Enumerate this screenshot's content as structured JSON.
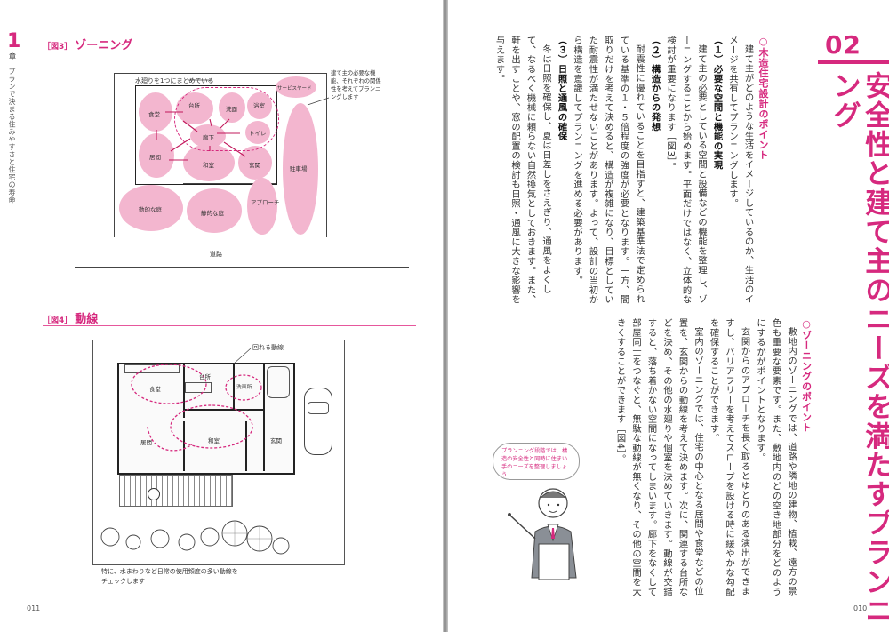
{
  "left": {
    "chapter_number": "1",
    "chapter_label": "章",
    "chapter_subtitle": "プランで決まる住みやすさと住宅の寿命",
    "page_number": "011",
    "fig3": {
      "bracket": "［図3］",
      "title": "ゾーニング",
      "callout_wet": "水廻りを1つにまとめている",
      "callout_needs": "建て主の必要な機能、それぞれの関係性を考えてプランニングします",
      "road": "道路",
      "zones": {
        "dining": "食堂",
        "kitchen": "台所",
        "washroom": "洗面",
        "bath": "浴室",
        "toilet": "トイレ",
        "hall": "廊下",
        "living": "居間",
        "japanese": "和室",
        "entrance": "玄関",
        "service_yard": "サービスヤード",
        "parking": "駐車場",
        "active_garden": "動的な庭",
        "quiet_garden": "静的な庭",
        "approach": "アプローチ"
      }
    },
    "fig4": {
      "bracket": "［図4］",
      "title": "動線",
      "callout_loop": "回れる動線",
      "caption": "特に、水まわりなど日常の使用頻度の多い動線をチェックします",
      "rooms": {
        "dining": "食堂",
        "kitchen": "台所",
        "washroom": "洗面所",
        "living": "居間",
        "japanese": "和室",
        "entrance": "玄関"
      }
    }
  },
  "right": {
    "section_number": "02",
    "title": "安全性と建て主のニーズを満たすプランニング",
    "heading_wood": "木造住宅設計のポイント",
    "heading_zoning": "ゾーニングのポイント",
    "page_number": "010",
    "p1": "建て主がどのような生活をイメージしているのか、生活のイメージを共有してプランニングします。",
    "sub1": "（１）必要な空間と機能の実現",
    "p2": "建て主の必要としている空間と設備などの機能を整理し、ゾーニングすることから始めます。平面だけではなく、立体的な検討が重要になります［図3］。",
    "sub2": "（２）構造からの発想",
    "p3": "耐震性に優れていることを目指すと、建築基準法で定められている基準の１・５倍程度の強度が必要となります。一方、間取りだけを考えて決めると、構造が複雑になり、目標としていた耐震性が満たせないことがあります。よって、設計の当初から構造を意識してプランニングを進める必要があります。",
    "sub3": "（３）日照と通風の確保",
    "p4": "冬は日照を確保し、夏は日差しをさえぎり、通風をよくして、なるべく機械に頼らない自然換気としておきます。また、軒を出すことや、窓の配置の検討も日照・通風に大きな影響を与えます。",
    "p5": "敷地内のゾーニングでは、道路や隣地の建物、植栽、遠方の景色も重要な要素です。また、敷地内のどの空き地部分をどのようにするかがポイントとなります。",
    "p6": "玄関からのアプローチを長く取るとゆとりのある演出ができますし、バリアフリーを考えてスロープを設ける時に緩やかな勾配を確保することができます。",
    "p7": "室内のゾーニングでは、住宅の中心となる居間や食堂などの位置を、玄関からの動線を考えて決めます。次に、関連する台所などを決め、その他の水廻りや個室を決めていきます。動線が交錯すると、落ち着かない空間になってしまいます。廊下をなくして部屋同士をつなぐと、無駄な動線が無くなり、その他の空間を大きくすることができます［図4］。",
    "speech": "プランニング段階では、構造の安全性と同時に住まい手のニーズを整理しましょう"
  }
}
